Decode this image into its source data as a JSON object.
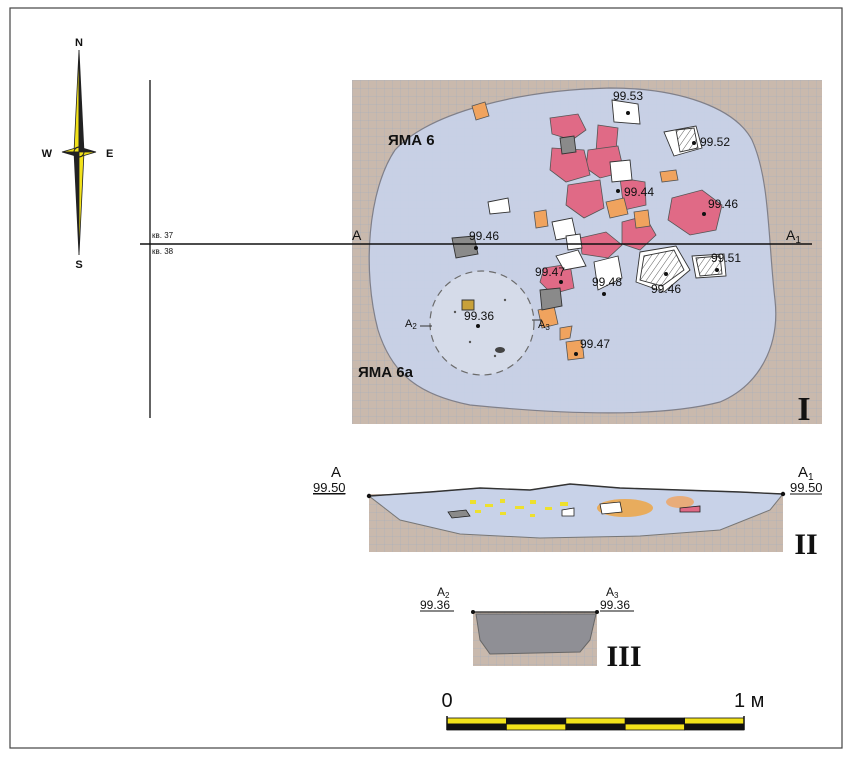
{
  "compass": {
    "north": "N",
    "south": "S",
    "west": "W",
    "east": "E",
    "colors": {
      "yellow": "#f2e21a",
      "dark": "#222222"
    }
  },
  "grid_labels": {
    "upper": "кв. 37",
    "lower": "кв. 38"
  },
  "pits": {
    "pit6": "ЯМА 6",
    "pit6a": "ЯМА 6а"
  },
  "section_line": {
    "start": "А",
    "end_letter": "А",
    "end_sub": "1"
  },
  "small_section": {
    "a2_letter": "А",
    "a2_sub": "2",
    "a3_letter": "А",
    "a3_sub": "3"
  },
  "elevations": {
    "e1": "99.53",
    "e2": "99.52",
    "e3": "99.44",
    "e4": "99.46",
    "e5": "99.46",
    "e6": "99.51",
    "e7": "99.47",
    "e8": "99.48",
    "e9": "99.46",
    "e10": "99.36",
    "e11": "99.47"
  },
  "profile_II": {
    "left_letter": "А",
    "left_value": "99.50",
    "right_letter": "А",
    "right_sub": "1",
    "right_value": "99.50"
  },
  "profile_III": {
    "left_letter": "А",
    "left_sub": "2",
    "left_value": "99.36",
    "right_letter": "А",
    "right_sub": "3",
    "right_value": "99.36"
  },
  "roman_numerals": {
    "plan": "I",
    "profile2": "II",
    "profile3": "III"
  },
  "scale_bar": {
    "start": "0",
    "end": "1 м",
    "colors": [
      "#f2e21a",
      "#111111"
    ]
  },
  "colors": {
    "paper": "#c9b9ad",
    "pit_fill": "#c8d2e8",
    "stone_pink": "#e06a86",
    "stone_orange": "#f0a35e",
    "stone_grey": "#8a8a8a"
  }
}
